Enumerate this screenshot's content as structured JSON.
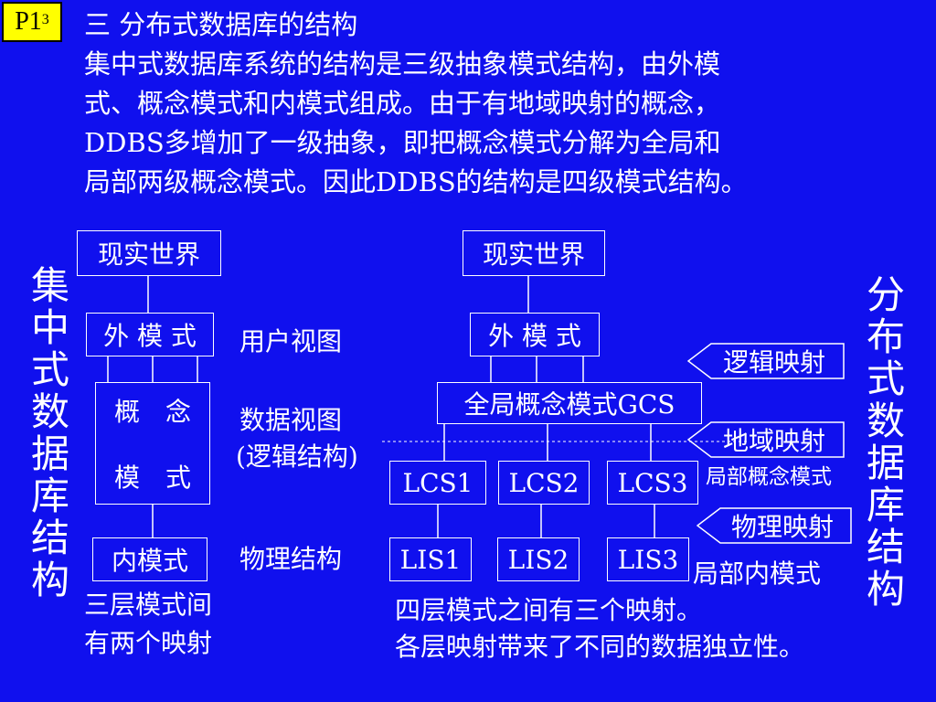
{
  "slide": {
    "page_label": "P1",
    "page_superscript": "3",
    "intro_lines": [
      "三 分布式数据库的结构",
      "集中式数据库系统的结构是三级抽象模式结构，由外模",
      "式、概念模式和内模式组成。由于有地域映射的概念，",
      "DDBS多增加了一级抽象，即把概念模式分解为全局和",
      "局部两级概念模式。因此DDBS的结构是四级模式结构。"
    ]
  },
  "left": {
    "side_title": "集中式数据库结构",
    "real_world": "现实世界",
    "external": "外 模 式",
    "concept_top": "概　念",
    "concept_bottom": "模　式",
    "internal": "内模式",
    "note_line1": "三层模式间",
    "note_line2": "有两个映射"
  },
  "middle": {
    "user_view": "用户视图",
    "data_view": "数据视图",
    "logical_structure": "(逻辑结构)",
    "physical_structure": "物理结构"
  },
  "right": {
    "side_title": "分布式数据库结构",
    "real_world": "现实世界",
    "external": "外 模 式",
    "global_schema": "全局概念模式GCS",
    "lcs": [
      "LCS1",
      "LCS2",
      "LCS3"
    ],
    "lis": [
      "LIS1",
      "LIS2",
      "LIS3"
    ],
    "logic_mapping": "逻辑映射",
    "geo_mapping": "地域映射",
    "phys_mapping": "物理映射",
    "local_concept_label": "局部概念模式",
    "local_internal_label": "局部内模式",
    "note_line1": "四层模式之间有三个映射。",
    "note_line2": "各层映射带来了不同的数据独立性。"
  },
  "colors": {
    "background": "#1010ee",
    "text": "#ffffff",
    "badge": "#ffff00"
  }
}
